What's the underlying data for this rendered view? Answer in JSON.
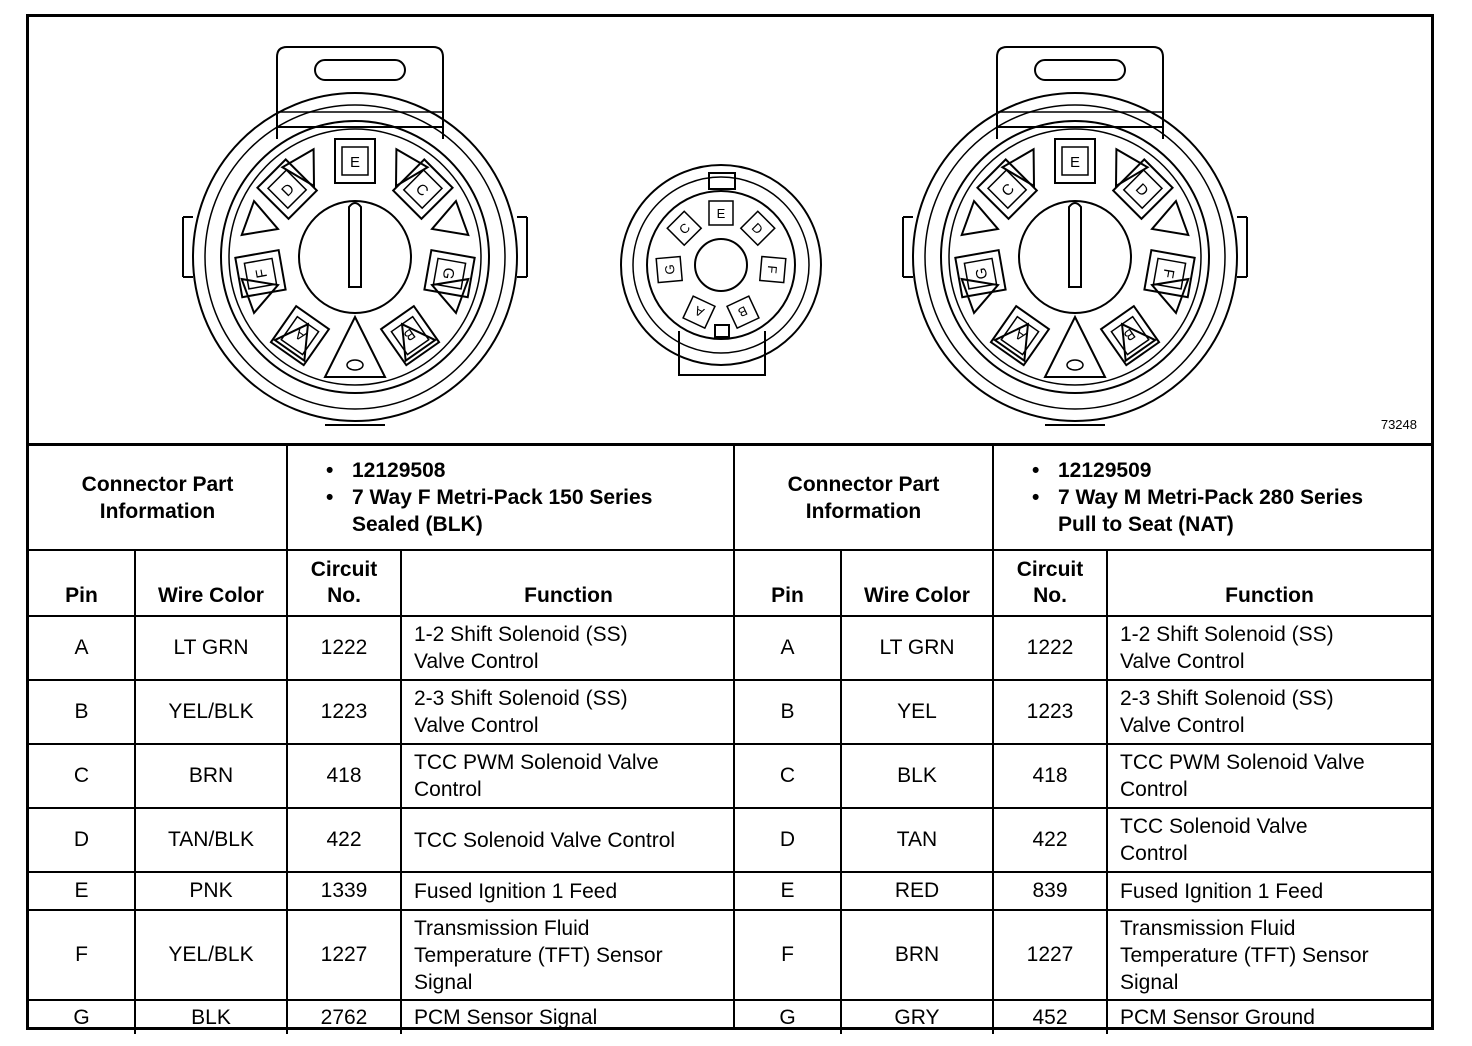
{
  "figure_id": "73248",
  "connectors": {
    "female_large": {
      "pins": [
        "A",
        "B",
        "C",
        "D",
        "E",
        "F",
        "G"
      ]
    },
    "small": {
      "pins": [
        "A",
        "B",
        "C",
        "D",
        "E",
        "F",
        "G"
      ]
    },
    "male_large": {
      "pins": [
        "A",
        "B",
        "C",
        "D",
        "E",
        "F",
        "G"
      ]
    }
  },
  "left_table": {
    "info_label": [
      "Connector Part",
      "Information"
    ],
    "info": [
      [
        "12129508"
      ],
      [
        "7 Way F Metri-Pack 150 Series",
        "Sealed (BLK)"
      ]
    ],
    "headers": {
      "pin": "Pin",
      "wire_color": "Wire Color",
      "circuit": [
        "Circuit",
        "No."
      ],
      "function": "Function"
    },
    "rows": [
      {
        "pin": "A",
        "wire_color": "LT GRN",
        "circuit": "1222",
        "function": [
          "1-2 Shift Solenoid (SS)",
          "Valve Control"
        ]
      },
      {
        "pin": "B",
        "wire_color": "YEL/BLK",
        "circuit": "1223",
        "function": [
          "2-3 Shift Solenoid (SS)",
          "Valve Control"
        ]
      },
      {
        "pin": "C",
        "wire_color": "BRN",
        "circuit": "418",
        "function": [
          "TCC PWM Solenoid Valve",
          "Control"
        ]
      },
      {
        "pin": "D",
        "wire_color": "TAN/BLK",
        "circuit": "422",
        "function": [
          "TCC Solenoid Valve Control"
        ]
      },
      {
        "pin": "E",
        "wire_color": "PNK",
        "circuit": "1339",
        "function": [
          "Fused Ignition 1 Feed"
        ]
      },
      {
        "pin": "F",
        "wire_color": "YEL/BLK",
        "circuit": "1227",
        "function": [
          "Transmission Fluid",
          "Temperature (TFT) Sensor",
          "Signal"
        ]
      },
      {
        "pin": "G",
        "wire_color": "BLK",
        "circuit": "2762",
        "function": [
          "PCM Sensor Signal"
        ]
      }
    ]
  },
  "right_table": {
    "info_label": [
      "Connector Part",
      "Information"
    ],
    "info": [
      [
        "12129509"
      ],
      [
        "7 Way M Metri-Pack 280 Series",
        "Pull to Seat (NAT)"
      ]
    ],
    "headers": {
      "pin": "Pin",
      "wire_color": "Wire Color",
      "circuit": [
        "Circuit",
        "No."
      ],
      "function": "Function"
    },
    "rows": [
      {
        "pin": "A",
        "wire_color": "LT GRN",
        "circuit": "1222",
        "function": [
          "1-2 Shift Solenoid (SS)",
          "Valve Control"
        ]
      },
      {
        "pin": "B",
        "wire_color": "YEL",
        "circuit": "1223",
        "function": [
          "2-3 Shift Solenoid (SS)",
          "Valve Control"
        ]
      },
      {
        "pin": "C",
        "wire_color": "BLK",
        "circuit": "418",
        "function": [
          "TCC PWM Solenoid Valve",
          "Control"
        ]
      },
      {
        "pin": "D",
        "wire_color": "TAN",
        "circuit": "422",
        "function": [
          "TCC Solenoid Valve",
          "Control"
        ]
      },
      {
        "pin": "E",
        "wire_color": "RED",
        "circuit": "839",
        "function": [
          "Fused Ignition 1 Feed"
        ]
      },
      {
        "pin": "F",
        "wire_color": "BRN",
        "circuit": "1227",
        "function": [
          "Transmission Fluid",
          "Temperature (TFT) Sensor",
          "Signal"
        ]
      },
      {
        "pin": "G",
        "wire_color": "GRY",
        "circuit": "452",
        "function": [
          "PCM Sensor Ground"
        ]
      }
    ]
  }
}
